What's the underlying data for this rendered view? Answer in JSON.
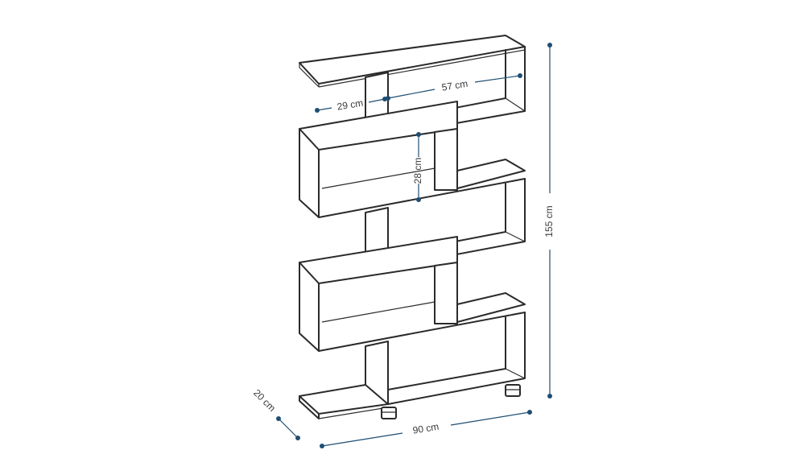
{
  "dimensions": {
    "height": "155 cm",
    "width": "90 cm",
    "depth": "20 cm",
    "shelf_width": "57 cm",
    "divider_offset": "29 cm",
    "shelf_height": "28 cm"
  },
  "colors": {
    "outline": "#2b2b2b",
    "dimension": "#1f4e72",
    "background": "#ffffff"
  }
}
